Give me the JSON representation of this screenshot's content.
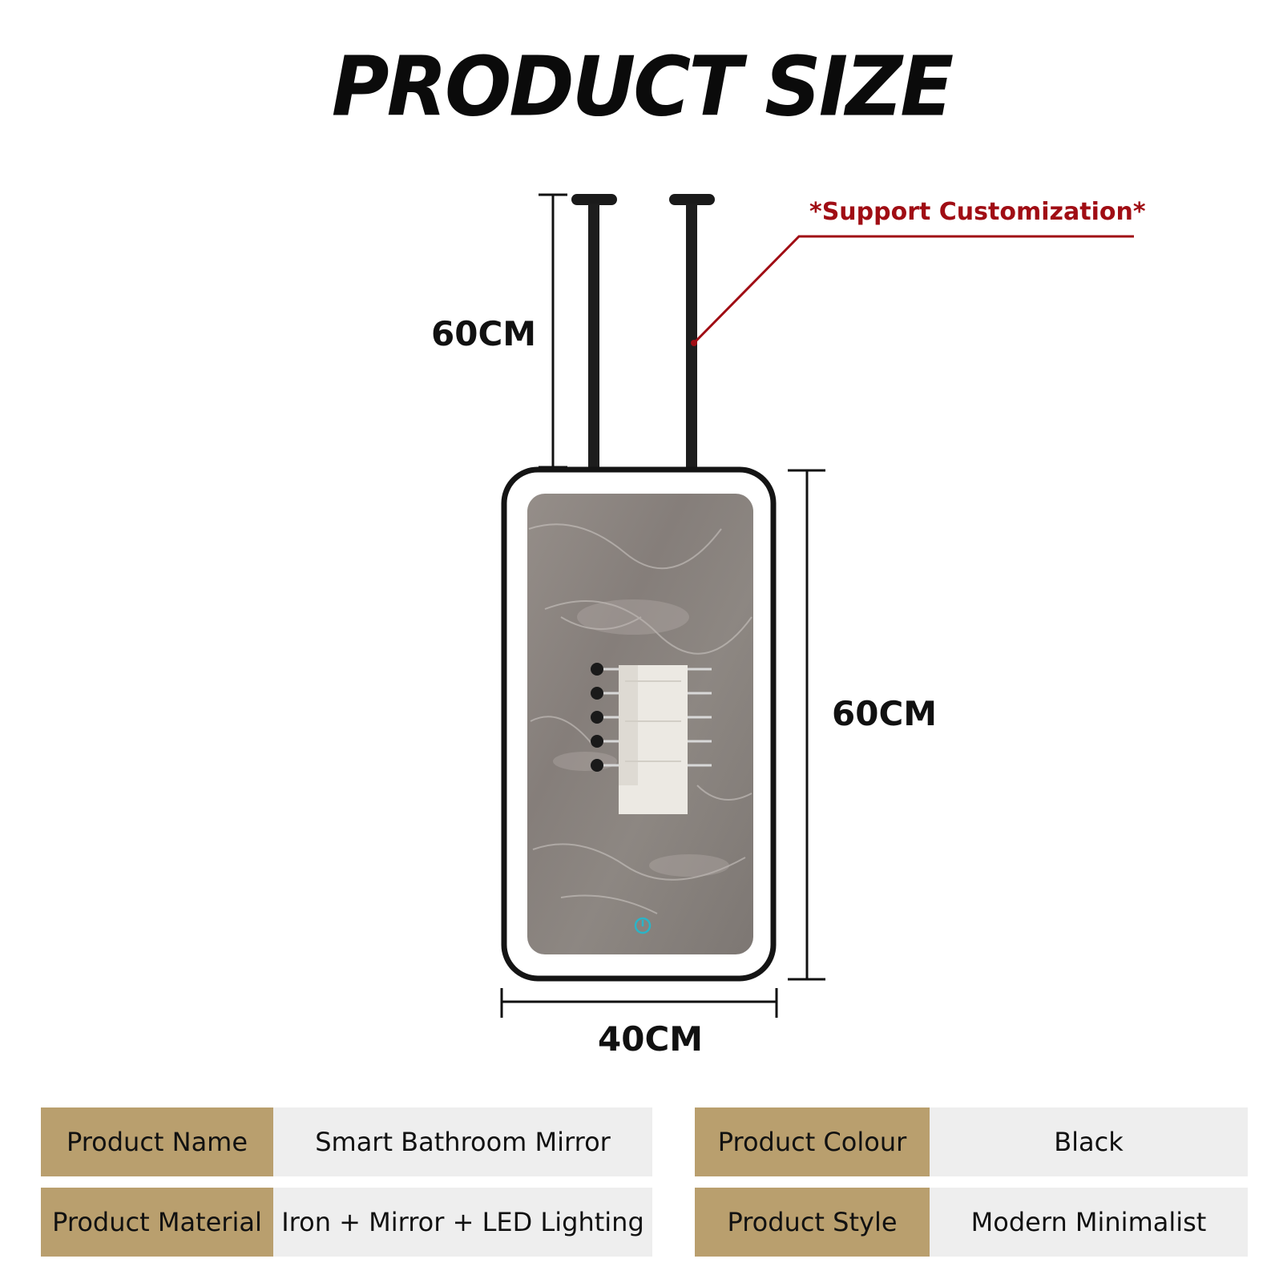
{
  "title": "PRODUCT SIZE",
  "annotation": {
    "customization": "*Support Customization*",
    "accent_color": "#a00d14"
  },
  "dimensions": {
    "rod_height": "60CM",
    "mirror_height": "60CM",
    "mirror_width": "40CM"
  },
  "specs": [
    {
      "label": "Product Name",
      "value": "Smart Bathroom Mirror"
    },
    {
      "label": "Product Colour",
      "value": "Black"
    },
    {
      "label": "Product Material",
      "value": "Iron + Mirror + LED Lighting"
    },
    {
      "label": "Product Style",
      "value": "Modern Minimalist"
    }
  ],
  "colors": {
    "label_bg": "#b99f6e",
    "value_bg": "#eeeeee",
    "frame": "#111111",
    "marble": "#8b8480"
  },
  "icons": {
    "touch": "power-touch-icon"
  }
}
